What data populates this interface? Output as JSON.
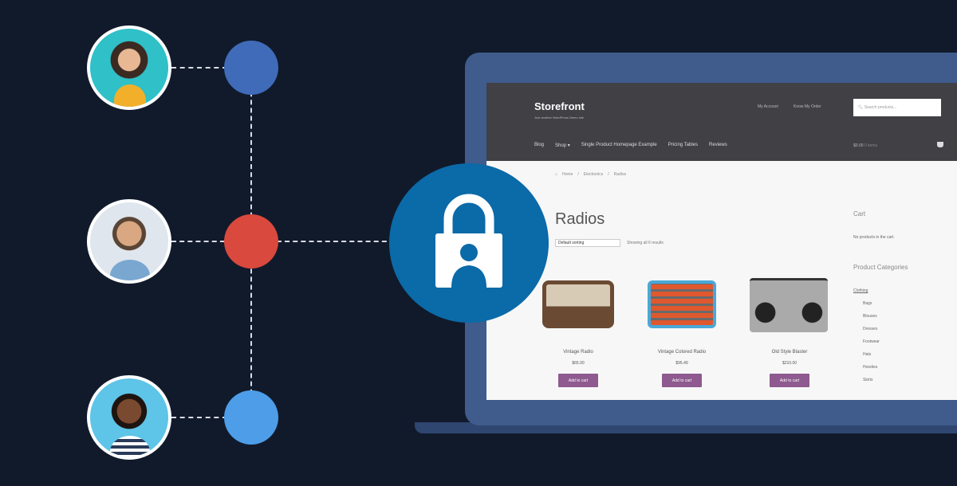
{
  "colors": {
    "background": "#111a2b",
    "node_top": "#3f6bb8",
    "node_middle": "#d9493d",
    "node_bottom": "#4e9de8",
    "lock_circle": "#0b6aa8",
    "laptop": "#3f5c8c",
    "button": "#8e5a8f"
  },
  "lock_icon": "user-lock-icon",
  "store": {
    "title": "Storefront",
    "tagline": "Just another WordPress Demo site",
    "header_links": [
      "My Account",
      "Know My Order"
    ],
    "search_placeholder": "Search products...",
    "nav": [
      "Blog",
      "Shop",
      "Single Product Homepage Example",
      "Pricing Tables",
      "Reviews"
    ],
    "cart_total": "$0.00",
    "cart_count": "0 items",
    "breadcrumb": [
      "Home",
      "Electronics",
      "Radios"
    ],
    "page_title": "Radios",
    "sort_value": "Default sorting",
    "result_count": "Showing all 6 results",
    "products": [
      {
        "name": "Vintage Radio",
        "price": "$65.00",
        "button": "Add to cart"
      },
      {
        "name": "Vintage Colored Radio",
        "price": "$95.49",
        "button": "Add to cart"
      },
      {
        "name": "Old Style Blaster",
        "price": "$210.00",
        "button": "Add to cart"
      }
    ],
    "sidebar": {
      "cart_title": "Cart",
      "cart_empty": "No products in the cart.",
      "categories_title": "Product Categories",
      "categories": [
        "Clothing",
        "Bags",
        "Blouses",
        "Dresses",
        "Footwear",
        "Hats",
        "Hoodies",
        "Skirts"
      ]
    }
  }
}
